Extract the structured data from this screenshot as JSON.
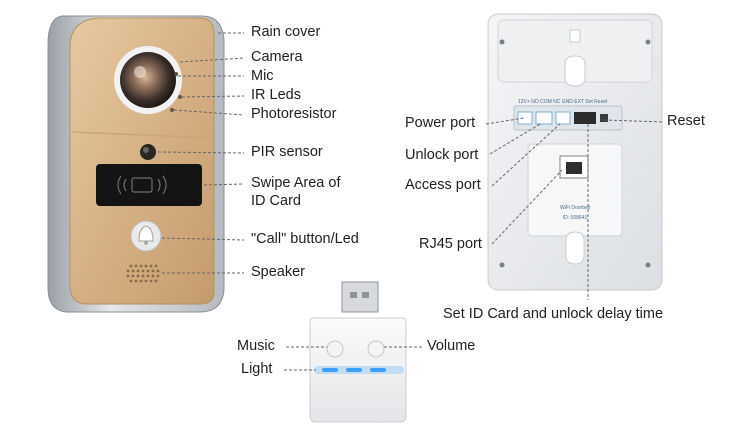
{
  "front_labels": {
    "rain_cover": "Rain cover",
    "camera": "Camera",
    "mic": "Mic",
    "ir_leds": "IR Leds",
    "photoresistor": "Photoresistor",
    "pir_sensor": "PIR sensor",
    "swipe_area_line1": "Swipe Area of",
    "swipe_area_line2": "ID Card",
    "call_button": "\"Call\" button/Led",
    "speaker": "Speaker"
  },
  "back_labels": {
    "power_port": "Power port",
    "unlock_port": "Unlock port",
    "access_port": "Access port",
    "rj45_port": "RJ45 port",
    "reset": "Reset",
    "set_id_card": "Set  ID Card and unlock delay time"
  },
  "back_panel_text": {
    "device_name": "WiFi Doorbell",
    "device_id": "ID: 008641",
    "port_silkscreen": "12V+  NO  COM  NC  GND  EXT  Set  Reset"
  },
  "dongle_labels": {
    "music": "Music",
    "volume": "Volume",
    "light": "Light"
  },
  "colors": {
    "front_face": "#d9b88e",
    "housing": "#c9ccd0",
    "back_plate": "#e9ebee",
    "led_blue": "#3aa0ff",
    "leader_line": "#666666"
  }
}
